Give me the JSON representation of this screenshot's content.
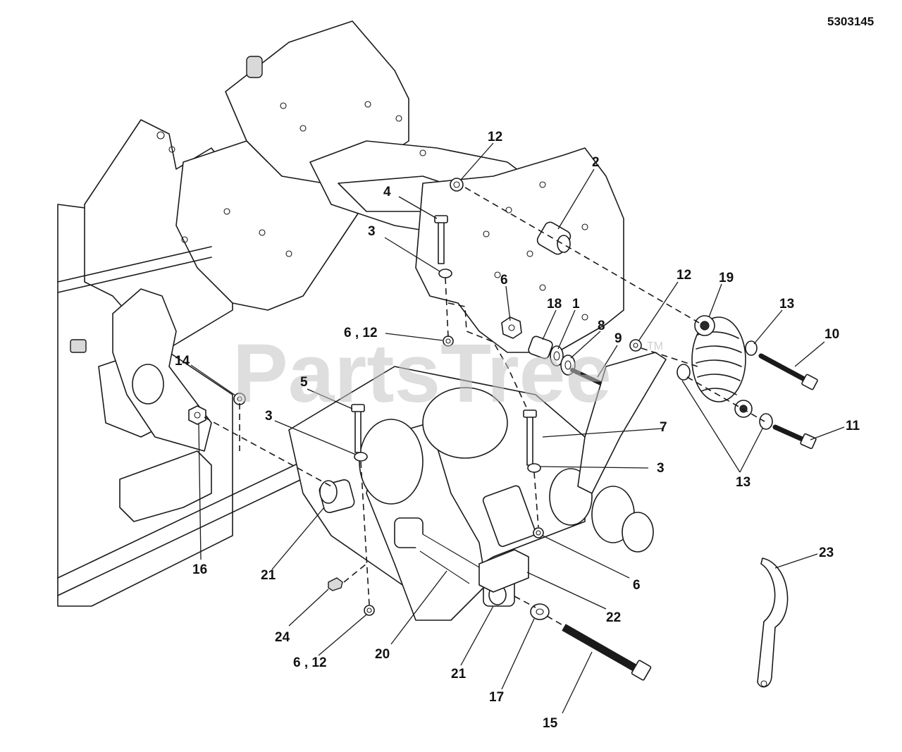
{
  "diagram": {
    "document_number": "5303145",
    "watermark": "PartsTree",
    "watermark_tm": "TM",
    "callouts": [
      {
        "id": "c12a",
        "label": "12"
      },
      {
        "id": "c2",
        "label": "2"
      },
      {
        "id": "c4",
        "label": "4"
      },
      {
        "id": "c3a",
        "label": "3"
      },
      {
        "id": "c6a",
        "label": "6"
      },
      {
        "id": "c18",
        "label": "18"
      },
      {
        "id": "c1",
        "label": "1"
      },
      {
        "id": "c8",
        "label": "8"
      },
      {
        "id": "c12b",
        "label": "12"
      },
      {
        "id": "c19",
        "label": "19"
      },
      {
        "id": "c13a",
        "label": "13"
      },
      {
        "id": "c10",
        "label": "10"
      },
      {
        "id": "c6-12a",
        "label": "6 , 12"
      },
      {
        "id": "c9",
        "label": "9"
      },
      {
        "id": "c14",
        "label": "14"
      },
      {
        "id": "c5",
        "label": "5"
      },
      {
        "id": "c3b",
        "label": "3"
      },
      {
        "id": "c7",
        "label": "7"
      },
      {
        "id": "c11",
        "label": "11"
      },
      {
        "id": "c3c",
        "label": "3"
      },
      {
        "id": "c13b",
        "label": "13"
      },
      {
        "id": "c23",
        "label": "23"
      },
      {
        "id": "c16",
        "label": "16"
      },
      {
        "id": "c21a",
        "label": "21"
      },
      {
        "id": "c6b",
        "label": "6"
      },
      {
        "id": "c22",
        "label": "22"
      },
      {
        "id": "c24",
        "label": "24"
      },
      {
        "id": "c20",
        "label": "20"
      },
      {
        "id": "c6-12b",
        "label": "6 , 12"
      },
      {
        "id": "c21b",
        "label": "21"
      },
      {
        "id": "c17",
        "label": "17"
      },
      {
        "id": "c15",
        "label": "15"
      }
    ]
  }
}
